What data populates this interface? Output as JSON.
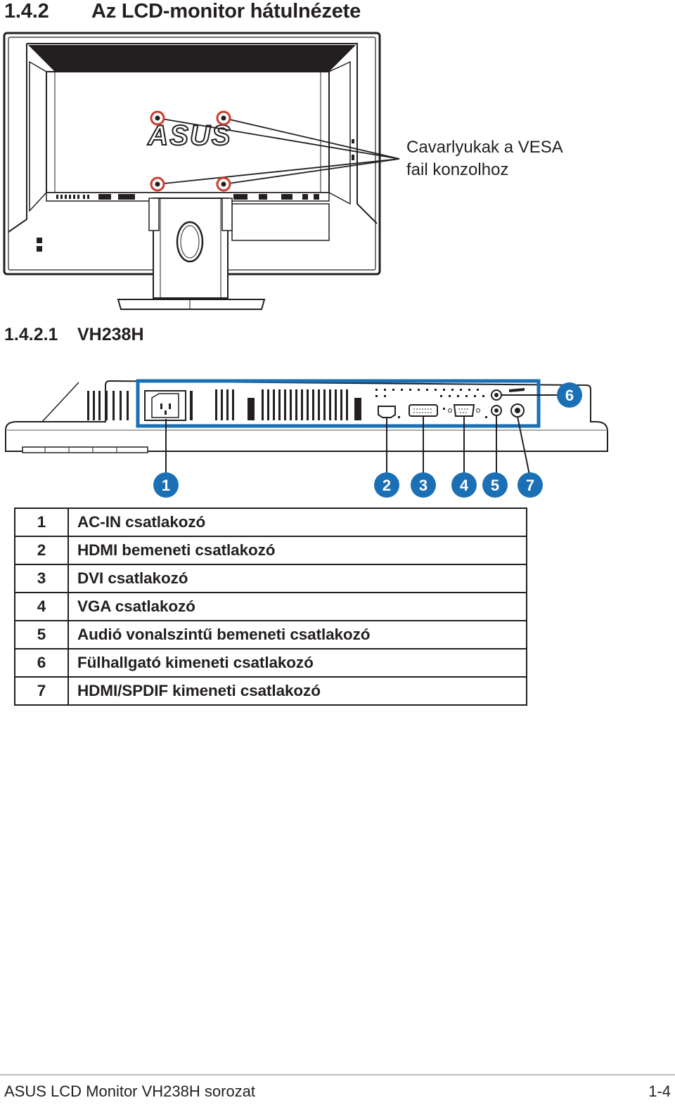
{
  "section": {
    "number": "1.4.2",
    "title": "Az LCD-monitor hátulnézete"
  },
  "callout": {
    "line1": "Cavarlyukak a VESA",
    "line2": "fail konzolhoz"
  },
  "monitor_logo": "ASUS",
  "subsection": {
    "number": "1.4.2.1",
    "title": "VH238H"
  },
  "badges": [
    "1",
    "2",
    "3",
    "4",
    "5",
    "6",
    "7"
  ],
  "connectors": [
    {
      "num": "1",
      "label": "AC-IN csatlakozó"
    },
    {
      "num": "2",
      "label": "HDMI bemeneti csatlakozó"
    },
    {
      "num": "3",
      "label": "DVI csatlakozó"
    },
    {
      "num": "4",
      "label": "VGA csatlakozó"
    },
    {
      "num": "5",
      "label": "Audió vonalszintű bemeneti csatlakozó"
    },
    {
      "num": "6",
      "label": "Fülhallgató kimeneti csatlakozó"
    },
    {
      "num": "7",
      "label": "HDMI/SPDIF kimeneti csatlakozó"
    }
  ],
  "footer": {
    "left": "ASUS LCD Monitor VH238H sorozat",
    "right": "1-4"
  },
  "colors": {
    "accent": "#1a6fb5",
    "screw": "#d0392b",
    "text": "#231f20"
  }
}
